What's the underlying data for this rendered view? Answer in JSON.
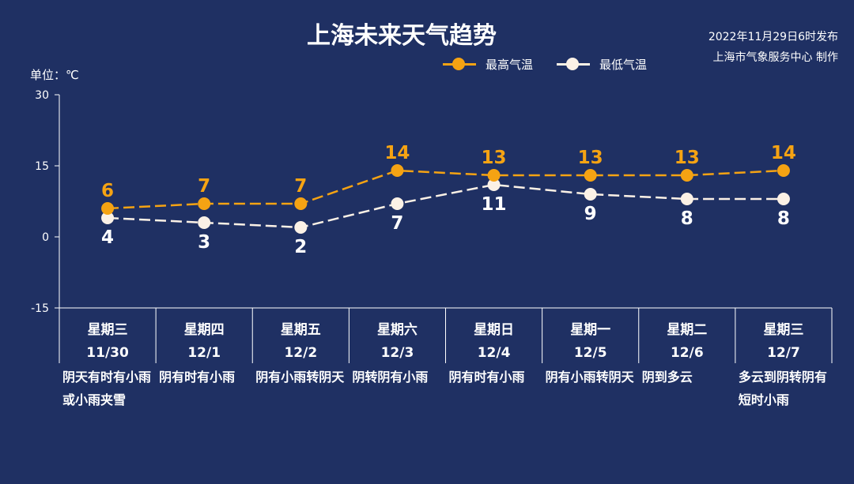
{
  "title": "上海未来天气趋势",
  "issue_line1": "2022年11月29日6时发布",
  "issue_line2": "上海市气象服务中心 制作",
  "unit_label": "单位：℃",
  "legend": {
    "high": "最高气温",
    "low": "最低气温"
  },
  "colors": {
    "background": "#1f3063",
    "high": "#f5a313",
    "low": "#fbf1e6"
  },
  "chart_data": {
    "type": "line",
    "ylim": [
      -15,
      30
    ],
    "yticks": [
      30,
      15,
      0,
      -15
    ],
    "categories": [
      "11/30",
      "12/1",
      "12/2",
      "12/3",
      "12/4",
      "12/5",
      "12/6",
      "12/7"
    ],
    "weekdays": [
      "星期三",
      "星期四",
      "星期五",
      "星期六",
      "星期日",
      "星期一",
      "星期二",
      "星期三"
    ],
    "weather": [
      "阴天有时有小雨或小雨夹雪",
      "阴有时有小雨",
      "阴有小雨转阴天",
      "阴转阴有小雨",
      "阴有时有小雨",
      "阴有小雨转阴天",
      "阴到多云",
      "多云到阴转阴有短时小雨"
    ],
    "series": [
      {
        "name": "最高气温",
        "values": [
          6,
          7,
          7,
          14,
          13,
          13,
          13,
          14
        ]
      },
      {
        "name": "最低气温",
        "values": [
          4,
          3,
          2,
          7,
          11,
          9,
          8,
          8
        ]
      }
    ],
    "grid": false,
    "legend_position": "top-center"
  }
}
